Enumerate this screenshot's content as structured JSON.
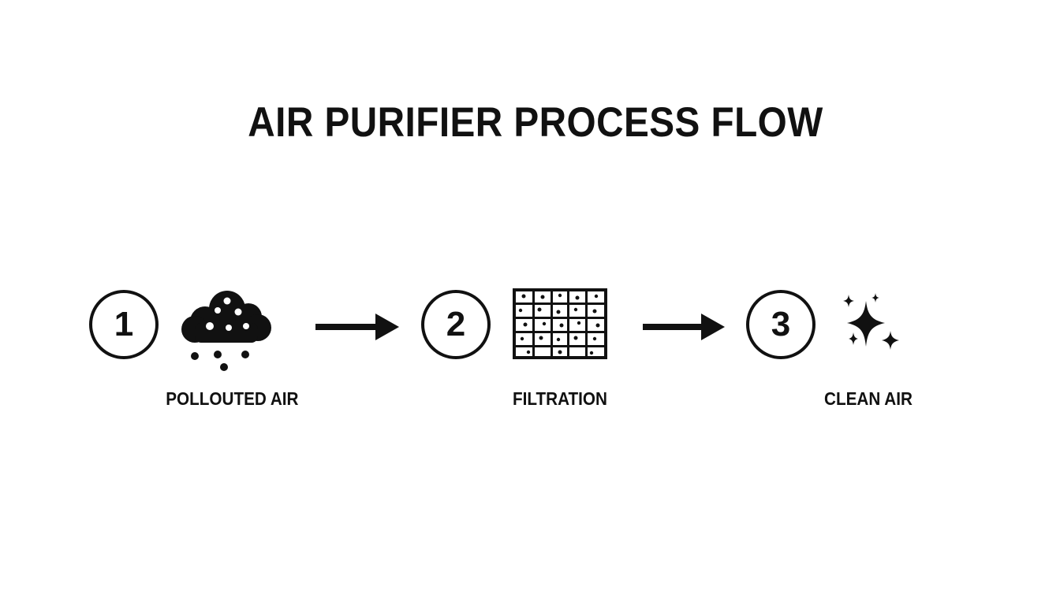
{
  "title": "AIR PURIFIER PROCESS FLOW",
  "steps": [
    {
      "number": "1",
      "label": "POLLOUTED AIR",
      "icon": "polluted-cloud-icon"
    },
    {
      "number": "2",
      "label": "FILTRATION",
      "icon": "filter-grid-icon"
    },
    {
      "number": "3",
      "label": "CLEAN AIR",
      "icon": "sparkle-icon"
    }
  ],
  "connectors": [
    "arrow-right-icon",
    "arrow-right-icon"
  ],
  "colors": {
    "ink": "#111111",
    "background": "#ffffff"
  }
}
